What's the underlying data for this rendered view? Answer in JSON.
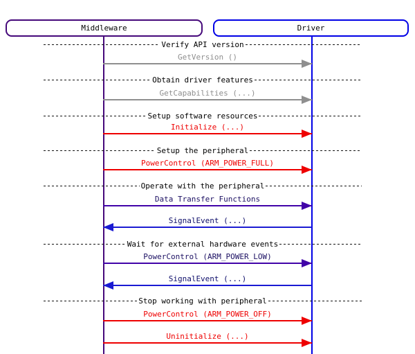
{
  "actors": [
    {
      "label": "Middleware",
      "color": "#45087a"
    },
    {
      "label": "Driver",
      "color": "#0000e6"
    }
  ],
  "dividers": [
    {
      "label": "Verify API version"
    },
    {
      "label": "Obtain driver features"
    },
    {
      "label": "Setup software resources"
    },
    {
      "label": "Setup the peripheral"
    },
    {
      "label": "Operate with the peripheral"
    },
    {
      "label": "Wait for external hardware events"
    },
    {
      "label": "Stop working with peripheral"
    }
  ],
  "messages": [
    {
      "label": "GetVersion ()",
      "from": "Middleware",
      "to": "Driver",
      "color": "#8f8f8f"
    },
    {
      "label": "GetCapabilities (...)",
      "from": "Middleware",
      "to": "Driver",
      "color": "#8f8f8f"
    },
    {
      "label": "Initialize (...)",
      "from": "Middleware",
      "to": "Driver",
      "color": "#ee0000"
    },
    {
      "label": "PowerControl (ARM_POWER_FULL)",
      "from": "Middleware",
      "to": "Driver",
      "color": "#ee0000"
    },
    {
      "label": "Data Transfer Functions",
      "from": "Middleware",
      "to": "Driver",
      "color": "#4103a8"
    },
    {
      "label": "SignalEvent (...)",
      "from": "Driver",
      "to": "Middleware",
      "color": "#1a1ad2"
    },
    {
      "label": "PowerControl (ARM_POWER_LOW)",
      "from": "Middleware",
      "to": "Driver",
      "color": "#4103a8"
    },
    {
      "label": "SignalEvent (...)",
      "from": "Driver",
      "to": "Middleware",
      "color": "#1a1ad2"
    },
    {
      "label": "PowerControl (ARM_POWER_OFF)",
      "from": "Middleware",
      "to": "Driver",
      "color": "#ee0000"
    },
    {
      "label": "Uninitialize (...)",
      "from": "Middleware",
      "to": "Driver",
      "color": "#ee0000"
    }
  ],
  "colors": {
    "middleware": "#45087a",
    "driver": "#0000e6",
    "gray_message": "#8f8f8f",
    "red_message": "#ee0000",
    "indigo_message": "#4103a8",
    "blue_message": "#1a1ad2",
    "divider_dash": "#111111",
    "background": "#ffffff"
  }
}
